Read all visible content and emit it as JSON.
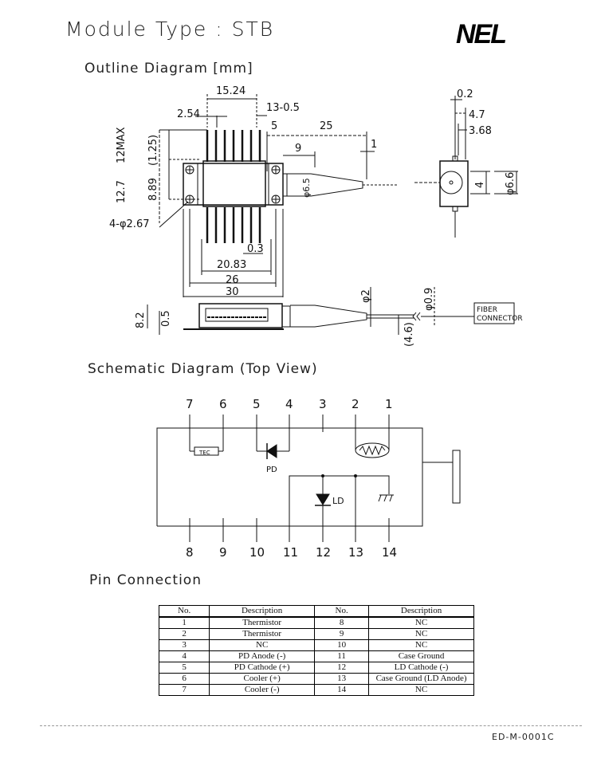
{
  "header": {
    "title": "Module Type : STB",
    "logo": "NEL"
  },
  "outline": {
    "heading": "Outline Diagram [mm]",
    "dimensions": {
      "pin_span": "15.24",
      "pin_pitch": "2.54",
      "pin_width_count": "13-0.5",
      "flange_to_tube": "5",
      "tube_length": "25",
      "tube_step": "9",
      "fiber_step": "1",
      "height_max": "12MAX",
      "pin_offset": "(1.25)",
      "body_height": "12.7",
      "pin_row_spacing": "8.89",
      "tube_dia": "φ6.5",
      "mount_holes": "4-φ2.67",
      "pin_thickness": "0.3",
      "pin_row_length": "20.83",
      "body_length": "26",
      "flange_length": "30",
      "side_height": "8.2",
      "base_thickness": "0.5",
      "boot_dia": "φ2",
      "fiber_dia": "φ0.9",
      "fiber_offset": "(4.6)",
      "end_pin": "0.2",
      "end_width": "4.7",
      "end_inner": "3.68",
      "end_center": "4",
      "end_dia": "φ6.6"
    },
    "connector_label_1": "FIBER",
    "connector_label_2": "CONNECTOR"
  },
  "schematic": {
    "heading": "Schematic Diagram (Top View)",
    "top_pins": [
      "7",
      "6",
      "5",
      "4",
      "3",
      "2",
      "1"
    ],
    "bottom_pins": [
      "8",
      "9",
      "10",
      "11",
      "12",
      "13",
      "14"
    ],
    "tec_label": "TEC",
    "pd_label": "PD",
    "ld_label": "LD"
  },
  "pin_connection": {
    "heading": "Pin Connection",
    "columns": [
      "No.",
      "Description",
      "No.",
      "Description"
    ],
    "rows": [
      [
        "1",
        "Thermistor",
        "8",
        "NC"
      ],
      [
        "2",
        "Thermistor",
        "9",
        "NC"
      ],
      [
        "3",
        "NC",
        "10",
        "NC"
      ],
      [
        "4",
        "PD Anode (-)",
        "11",
        "Case Ground"
      ],
      [
        "5",
        "PD Cathode (+)",
        "12",
        "LD Cathode (-)"
      ],
      [
        "6",
        "Cooler (+)",
        "13",
        "Case Ground (LD Anode)"
      ],
      [
        "7",
        "Cooler (-)",
        "14",
        "NC"
      ]
    ]
  },
  "footer": {
    "doc_code": "ED-M-0001C"
  }
}
